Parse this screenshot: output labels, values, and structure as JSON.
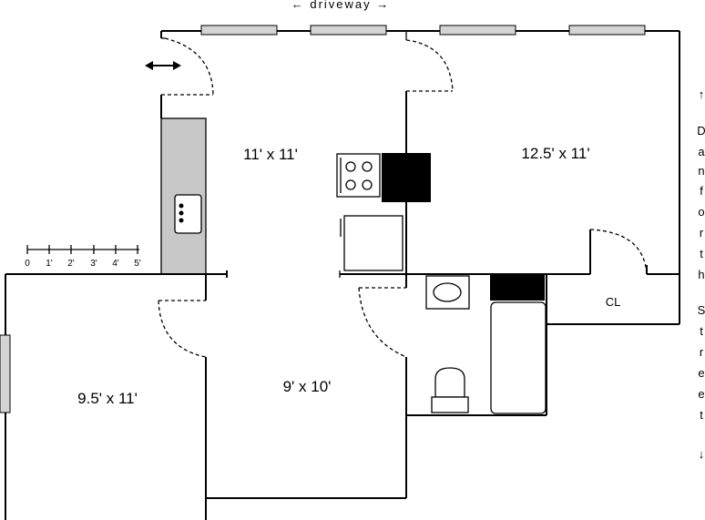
{
  "header": {
    "driveway_label": "← driveway →"
  },
  "rooms": {
    "kitchen": "11' x 11'",
    "living": "12.5' x 11'",
    "bedroom_left": "9.5' x 11'",
    "hall": "9' x 10'",
    "closet": "CL"
  },
  "scale": {
    "ticks": [
      "0",
      "1'",
      "2'",
      "3'",
      "4'",
      "5'"
    ]
  },
  "side_text": {
    "arrow_up": "↑",
    "lines_a": [
      "D",
      "a",
      "n",
      "f",
      "o",
      "r",
      "t",
      "h"
    ],
    "lines_b": [
      "S",
      "t",
      "r",
      "e",
      "e",
      "t"
    ],
    "arrow_down": "↓"
  },
  "colors": {
    "counter": "#c8c8c8",
    "window": "#d4d4d4",
    "wall": "#000000"
  }
}
